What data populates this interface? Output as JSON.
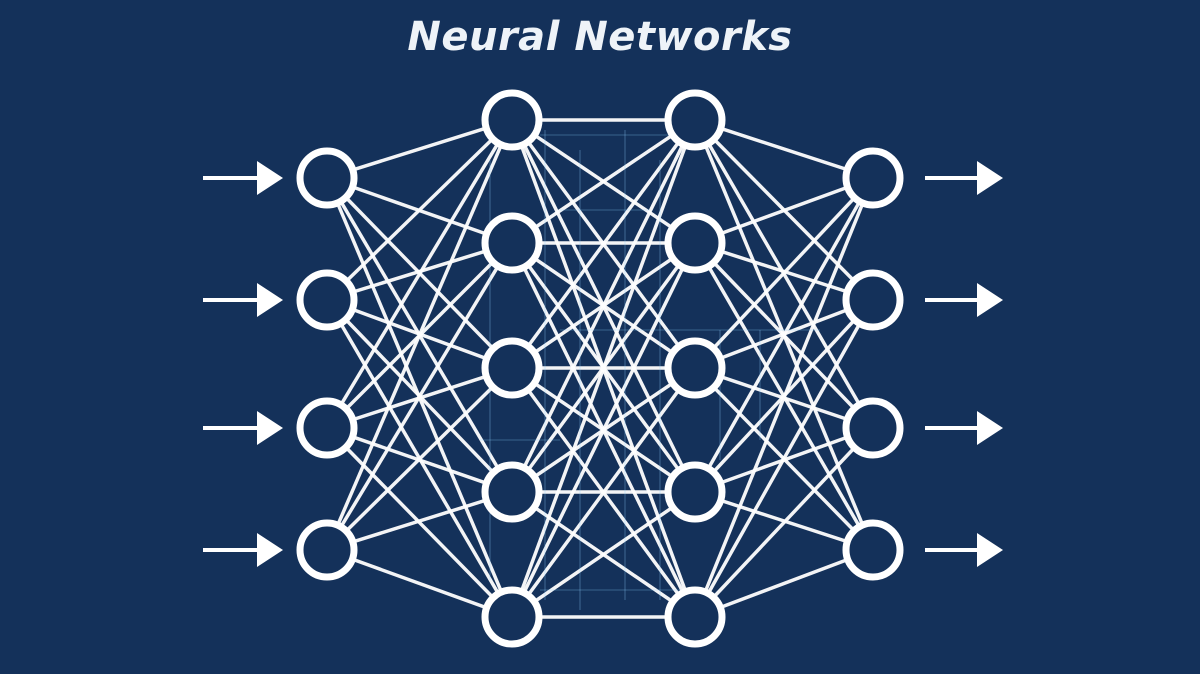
{
  "title": "Neural Networks",
  "colors": {
    "background": "#14315a",
    "foreground": "#ffffff",
    "glow": "#8fd3ff"
  },
  "network": {
    "layers": [
      {
        "name": "input",
        "nodes": 4
      },
      {
        "name": "hidden-1",
        "nodes": 5
      },
      {
        "name": "hidden-2",
        "nodes": 5
      },
      {
        "name": "output",
        "nodes": 4
      }
    ],
    "input_arrows": 4,
    "output_arrows": 4,
    "fully_connected": true
  }
}
